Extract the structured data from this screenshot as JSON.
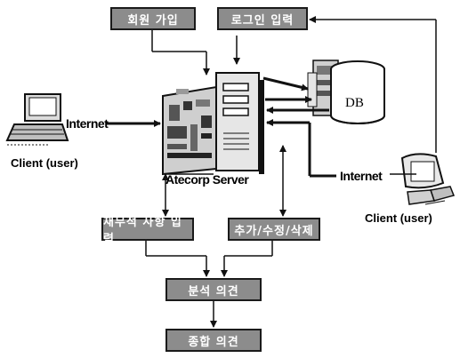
{
  "boxes": {
    "member_signup": "회원 가입",
    "login_input": "로그인 입력",
    "finance_input": "재무적 사항 입력",
    "add_edit_delete": "추가/수정/삭제",
    "analysis_opinion": "분석 의견",
    "overall_opinion": "종합 의견"
  },
  "labels": {
    "internet_left": "Internet",
    "internet_right": "Internet",
    "client_left": "Client (user)",
    "client_right": "Client (user)",
    "server": "Atecorp Server",
    "db": "DB"
  },
  "colors": {
    "box_fill": "#8c8c8c",
    "line": "#111111",
    "server_body": "#d9d9d9"
  }
}
